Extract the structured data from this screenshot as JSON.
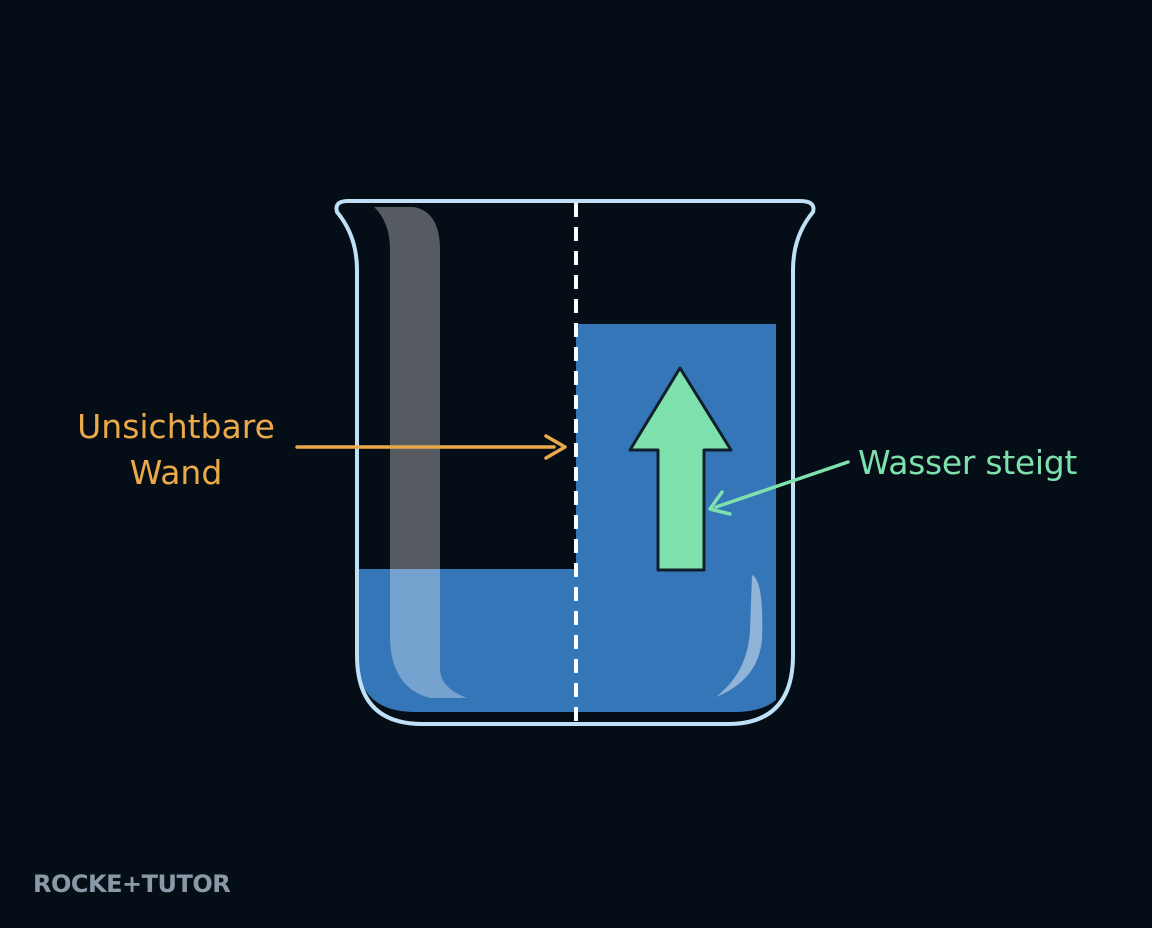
{
  "labels": {
    "wall": [
      "Unsichtbare",
      "Wand"
    ],
    "water": "Wasser steigt"
  },
  "brand": {
    "text": "ROCKE+TUTOR"
  },
  "colors": {
    "background": "#050e16",
    "beaker_outline": "#bfe0f7",
    "water": "#3576b8",
    "divider": "#ffffff",
    "wall_label": "#eca94a",
    "water_label": "#7ee0ad",
    "up_arrow": "#7ee0ad",
    "brand": "#8a98a8"
  },
  "icons": {
    "up_arrow": "up-arrow-icon",
    "wall_pointer": "arrow-right-icon",
    "water_pointer": "arrow-left-icon"
  }
}
